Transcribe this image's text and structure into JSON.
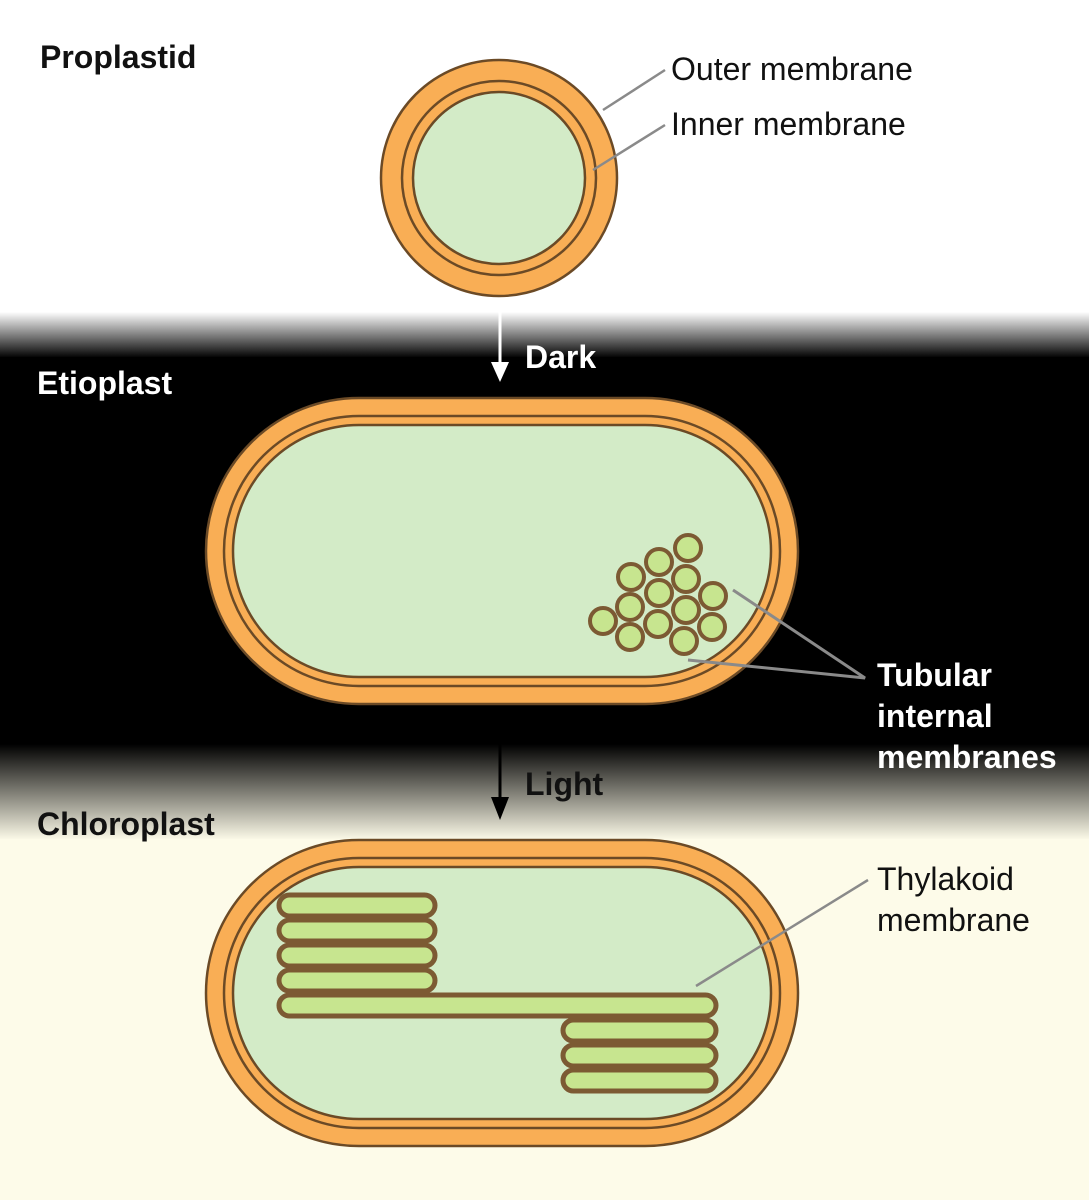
{
  "title": "",
  "colors": {
    "light_bg": "#ffffff",
    "dark_band": "#000000",
    "chloroplast_bg": "#fdfbe9",
    "outer_membrane": "#f9ae55",
    "membrane_edge": "#6b4a26",
    "stroma": "#d3ebc7",
    "thylakoid": "#c7e58f",
    "thylakoid_edge": "#7c5a33",
    "leader_line": "#8a8a8a",
    "dark_text": "#111111",
    "light_text": "#ffffff"
  },
  "stages": {
    "proplastid": {
      "label": "Proplastid"
    },
    "etioplast": {
      "label": "Etioplast"
    },
    "chloroplast": {
      "label": "Chloroplast"
    }
  },
  "transitions": {
    "dark": {
      "label": "Dark"
    },
    "light": {
      "label": "Light"
    }
  },
  "callouts": {
    "outer_membrane": "Outer membrane",
    "inner_membrane": "Inner membrane",
    "tubular_internal_membranes": [
      "Tubular",
      "internal",
      "membranes"
    ],
    "thylakoid_membrane": [
      "Thylakoid",
      "membrane"
    ]
  }
}
